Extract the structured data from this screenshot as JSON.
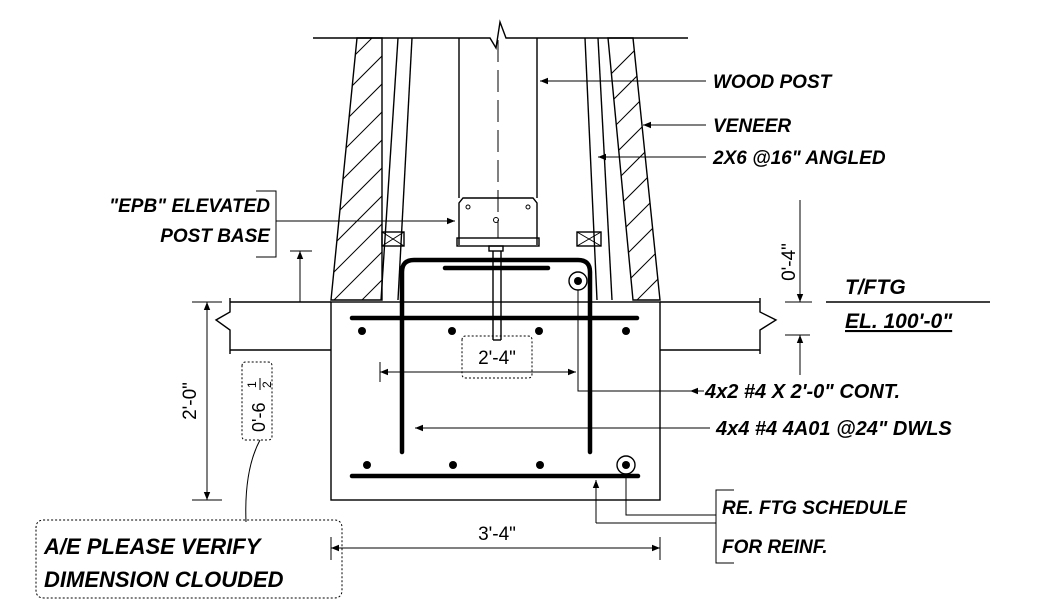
{
  "labels": {
    "wood_post": "WOOD POST",
    "veneer": "VENEER",
    "angled": "2X6 @16\" ANGLED",
    "epb_line1": "\"EPB\" ELEVATED",
    "epb_line2": "POST BASE",
    "tftg": "T/FTG",
    "elevation": "EL. 100'-0\"",
    "cont_bars": "4x2 #4 X 2'-0\"  CONT.",
    "dowels": "4x4 #4 4A01 @24\" DWLS",
    "schedule_line1": "RE. FTG SCHEDULE",
    "schedule_line2": "FOR REINF.",
    "verify_line1": "A/E PLEASE VERIFY",
    "verify_line2": "DIMENSION CLOUDED"
  },
  "dimensions": {
    "inner_width": "2'-4\"",
    "footing_depth": "2'-0\"",
    "offset": "0'-6",
    "offset_frac_num": "1",
    "offset_frac_den": "2",
    "above_footing": "0'-4\"",
    "footing_width": "3'-4\""
  }
}
